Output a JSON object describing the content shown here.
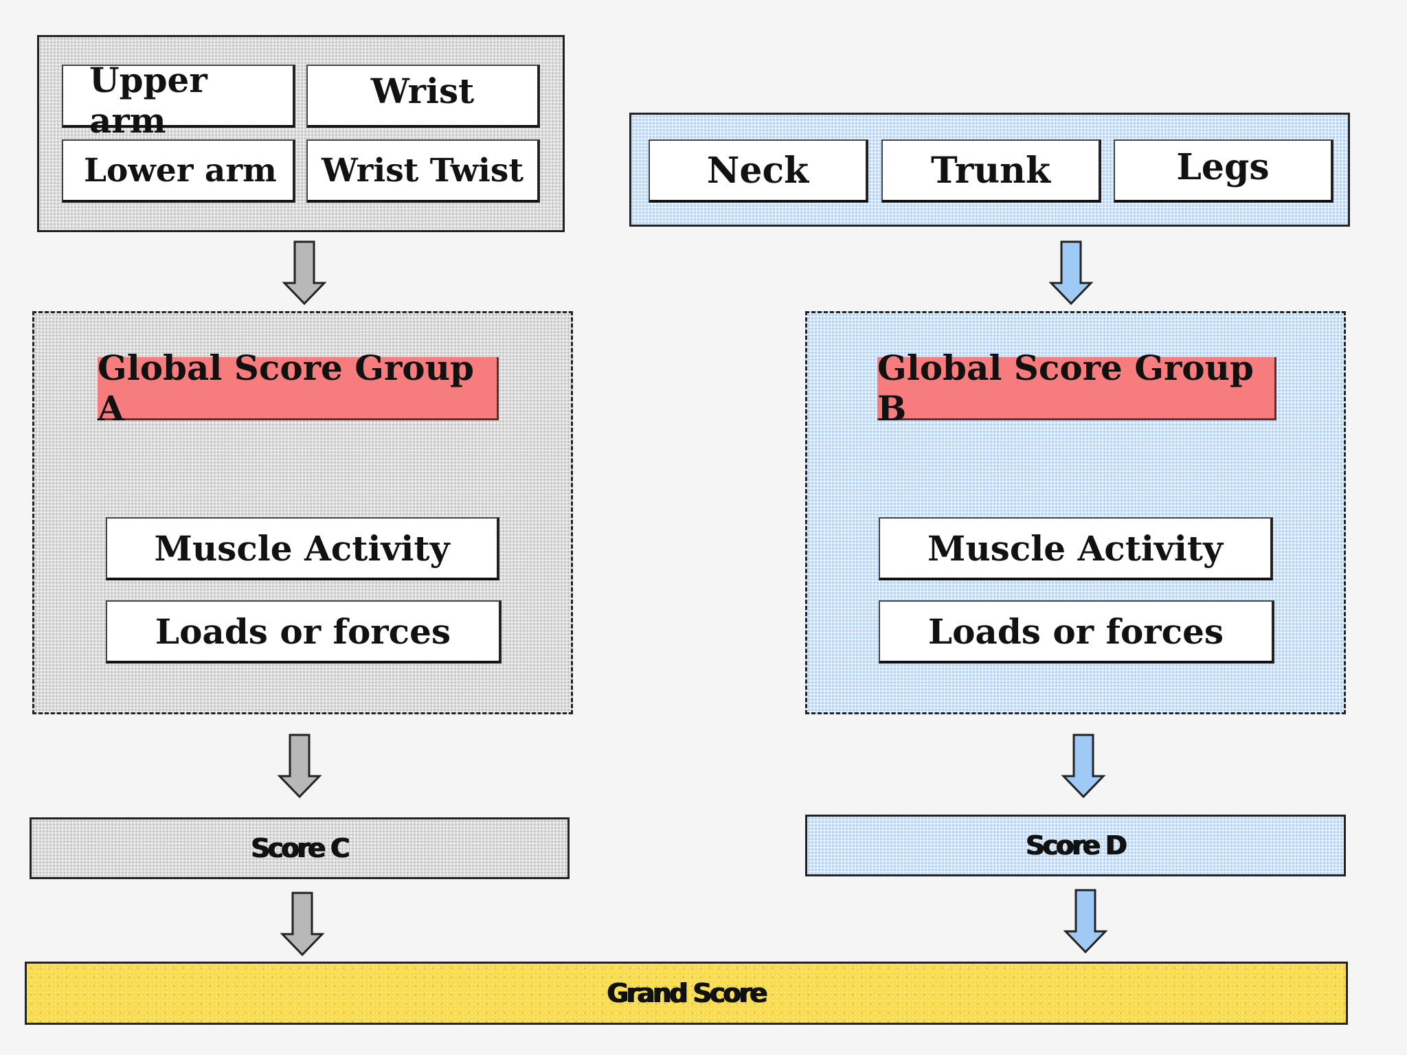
{
  "group_a": {
    "inputs": [
      "Upper arm",
      "Wrist",
      "Lower arm",
      "Wrist Twist"
    ],
    "global_score": "Global Score Group A",
    "muscle_activity": "Muscle Activity",
    "loads": "Loads or forces",
    "result": "Score C"
  },
  "group_b": {
    "inputs": [
      "Neck",
      "Trunk",
      "Legs"
    ],
    "global_score": "Global Score Group B",
    "muscle_activity": "Muscle Activity",
    "loads": "Loads or forces",
    "result": "Score D"
  },
  "grand_score": "Grand Score",
  "colors": {
    "group_a_fill": "#dedede",
    "group_b_fill": "#d3e6f9",
    "global_score_fill": "#f77c7e",
    "grand_score_fill": "#f8dc52",
    "arrow_a": "#b8b8b8",
    "arrow_b": "#9fcaf6"
  }
}
